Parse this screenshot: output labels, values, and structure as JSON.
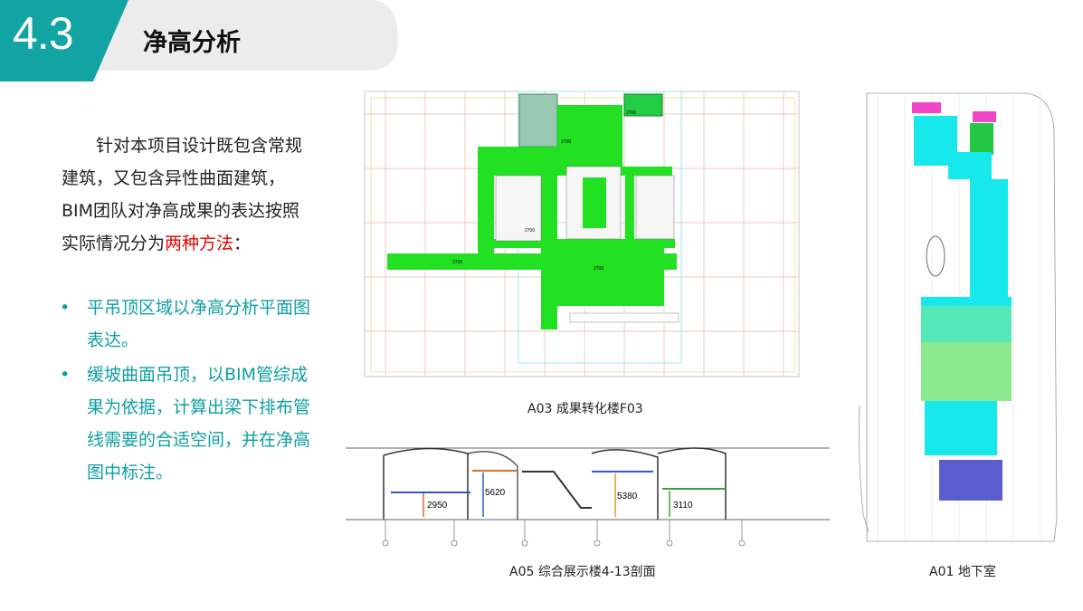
{
  "header": {
    "section_number": "4.3",
    "title": "净高分析"
  },
  "intro": {
    "text_before": "针对本项目设计既包含常规建筑，又包含异性曲面建筑，BIM团队对净高成果的表达按照实际情况分为",
    "highlight": "两种方法",
    "text_after": "："
  },
  "bullets": [
    {
      "marker": "•",
      "text": "平吊顶区域以净高分析平面图表达。"
    },
    {
      "marker": "•",
      "text": "缓坡曲面吊顶，以BIM管综成果为依据，计算出梁下排布管线需要的合适空间，并在净高图中标注。"
    }
  ],
  "figures": {
    "plan_caption": "A03 成果转化楼F03",
    "section_caption": "A05 综合展示楼4-13剖面",
    "basement_caption": "A01 地下室",
    "plan_room_labels": [
      "2700",
      "2700",
      "2700",
      "2700",
      "2700"
    ],
    "section_dims": [
      "2950",
      "5620",
      "5380",
      "3110"
    ]
  },
  "colors": {
    "teal": "#12a3a3",
    "grey_band": "#ececec",
    "highlight": "#e60000",
    "clear_height_green": "#22e022"
  }
}
